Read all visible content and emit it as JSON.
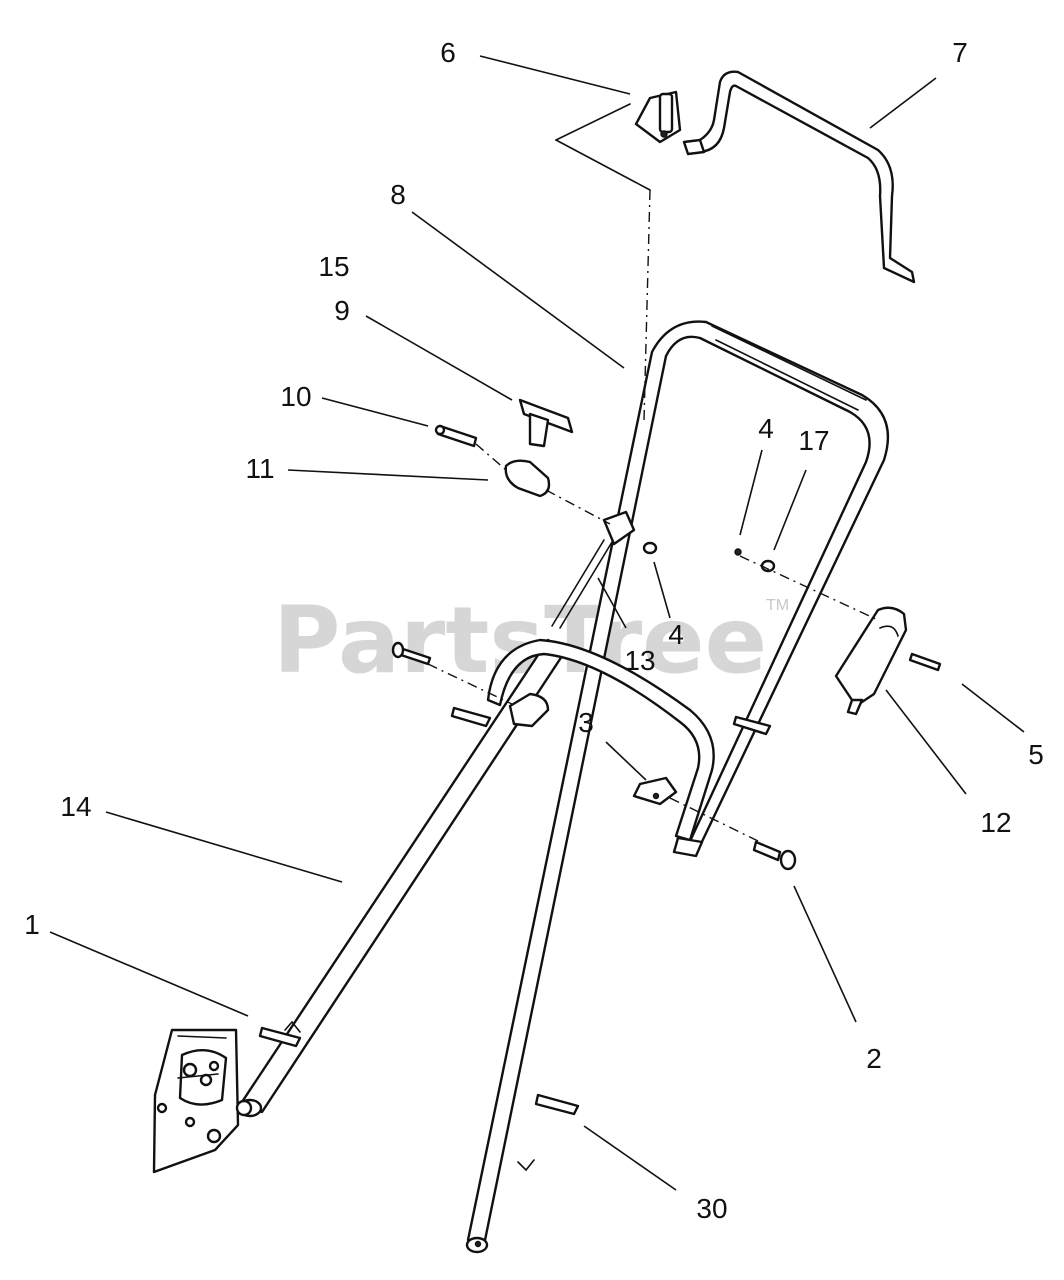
{
  "diagram": {
    "callouts": [
      "6",
      "7",
      "8",
      "15",
      "9",
      "10",
      "11",
      "4",
      "17",
      "13",
      "4",
      "3",
      "5",
      "12",
      "14",
      "1",
      "2",
      "30"
    ],
    "watermark": "PartsTree",
    "watermark_mark": "TM"
  }
}
